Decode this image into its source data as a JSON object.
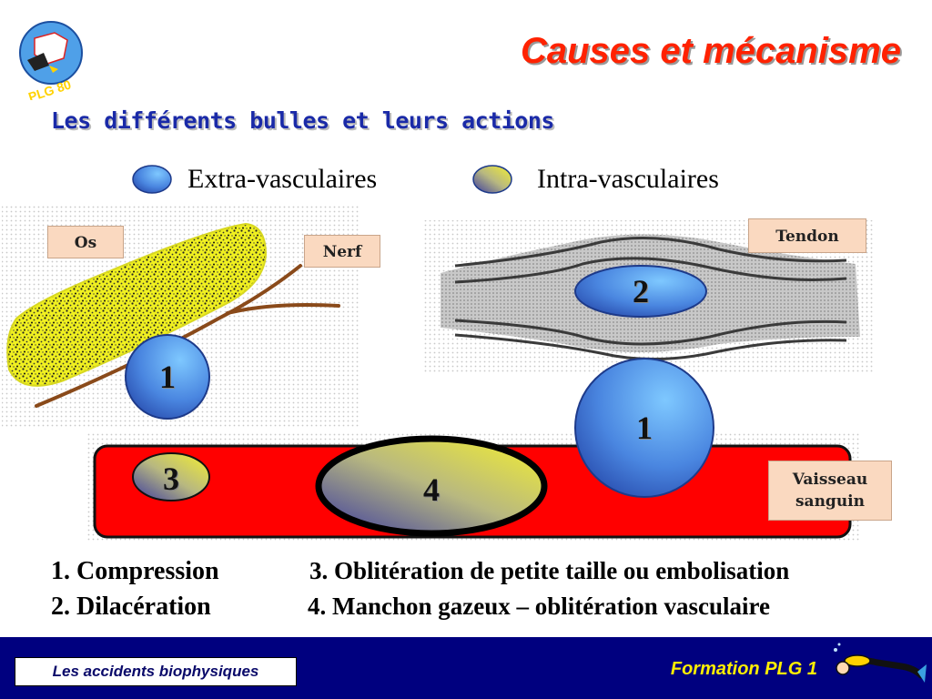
{
  "slide": {
    "title": "Causes et mécanisme",
    "subtitle": "Les différents bulles et leurs actions"
  },
  "legend": {
    "extra": "Extra-vasculaires",
    "intra": "Intra-vasculaires"
  },
  "labels": {
    "os": "Os",
    "nerf": "Nerf",
    "tendon": "Tendon",
    "vaisseau_line1": "Vaisseau",
    "vaisseau_line2": "sanguin"
  },
  "bubbles": {
    "b1_left": "1",
    "b2": "2",
    "b1_right": "1",
    "b3": "3",
    "b4": "4"
  },
  "captions": {
    "c1": "1. Compression",
    "c2": "2. Dilacération",
    "c3": "3. Oblitération de petite taille ou embolisation",
    "c4": "4. Manchon gazeux – oblitération vasculaire"
  },
  "footer": {
    "left": "Les accidents biophysiques",
    "right": "Formation PLG 1"
  },
  "logo": {
    "text": "PLG 80"
  },
  "colors": {
    "title": "#ff2200",
    "subtitle": "#1a2aa8",
    "vessel": "#ff0000",
    "extra_bubble": "#3b6fd6",
    "intra_bubble": "#e8e840",
    "footer_bg": "#00007f",
    "footer_text": "#ffee00"
  }
}
